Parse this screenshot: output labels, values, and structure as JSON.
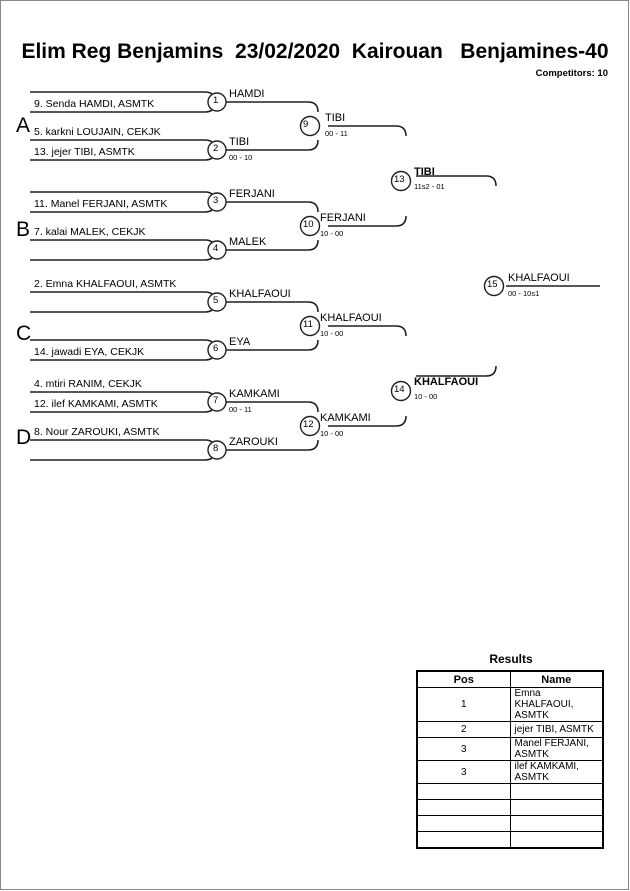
{
  "header": {
    "title": "Elim Reg Benjamins  23/02/2020  Kairouan   Benjamines-40",
    "competitors": "Competitors: 10"
  },
  "groups": [
    {
      "letter": "A"
    },
    {
      "letter": "B"
    },
    {
      "letter": "C"
    },
    {
      "letter": "D"
    }
  ],
  "entrants": [
    {
      "slot": 1,
      "name": "9. Senda HAMDI, ASMTK"
    },
    {
      "slot": 2,
      "name": "5. karkni LOUJAIN, CEKJK"
    },
    {
      "slot": 3,
      "name": "13. jejer TIBI, ASMTK"
    },
    {
      "slot": 4,
      "name": "11. Manel FERJANI, ASMTK"
    },
    {
      "slot": 5,
      "name": "7. kalai MALEK, CEKJK"
    },
    {
      "slot": 6,
      "name": "2. Emna KHALFAOUI, ASMTK"
    },
    {
      "slot": 7,
      "name": "14. jawadi EYA, CEKJK"
    },
    {
      "slot": 8,
      "name": "4. mtiri RANIM, CEKJK"
    },
    {
      "slot": 9,
      "name": "12. ilef KAMKAMI, ASMTK"
    },
    {
      "slot": 10,
      "name": "8. Nour ZAROUKI, ASMTK"
    }
  ],
  "matches": [
    {
      "number": "1",
      "winner": "HAMDI",
      "score": "",
      "bold": false
    },
    {
      "number": "2",
      "winner": "TIBI",
      "score": "00 - 10",
      "bold": false
    },
    {
      "number": "3",
      "winner": "FERJANI",
      "score": "",
      "bold": false
    },
    {
      "number": "4",
      "winner": "MALEK",
      "score": "",
      "bold": false
    },
    {
      "number": "5",
      "winner": "KHALFAOUI",
      "score": "",
      "bold": false
    },
    {
      "number": "6",
      "winner": "EYA",
      "score": "",
      "bold": false
    },
    {
      "number": "7",
      "winner": "KAMKAMI",
      "score": "00 - 11",
      "bold": false
    },
    {
      "number": "8",
      "winner": "ZAROUKI",
      "score": "",
      "bold": false
    },
    {
      "number": "9",
      "winner": "TIBI",
      "score": "00 - 11",
      "bold": false
    },
    {
      "number": "10",
      "winner": "FERJANI",
      "score": "10 - 00",
      "bold": false
    },
    {
      "number": "11",
      "winner": "KHALFAOUI",
      "score": "10 - 00",
      "bold": false
    },
    {
      "number": "12",
      "winner": "KAMKAMI",
      "score": "10 - 00",
      "bold": false
    },
    {
      "number": "13",
      "winner": "TIBI",
      "score": "11s2 - 01",
      "bold": true
    },
    {
      "number": "14",
      "winner": "KHALFAOUI",
      "score": "10 - 00",
      "bold": true
    },
    {
      "number": "15",
      "winner": "KHALFAOUI",
      "score": "00 - 10s1",
      "bold": false
    }
  ],
  "results": {
    "title": "Results",
    "columns": [
      "Pos",
      "Name"
    ],
    "rows": [
      {
        "pos": "1",
        "name": "Emna KHALFAOUI, ASMTK"
      },
      {
        "pos": "2",
        "name": "jejer TIBI, ASMTK"
      },
      {
        "pos": "3",
        "name": "Manel FERJANI, ASMTK"
      },
      {
        "pos": "3",
        "name": "ilef KAMKAMI, ASMTK"
      },
      {
        "pos": "",
        "name": ""
      },
      {
        "pos": "",
        "name": ""
      },
      {
        "pos": "",
        "name": ""
      },
      {
        "pos": "",
        "name": ""
      }
    ]
  },
  "colors": {
    "line": "#231f20",
    "text": "#000000",
    "border": "#888888"
  }
}
